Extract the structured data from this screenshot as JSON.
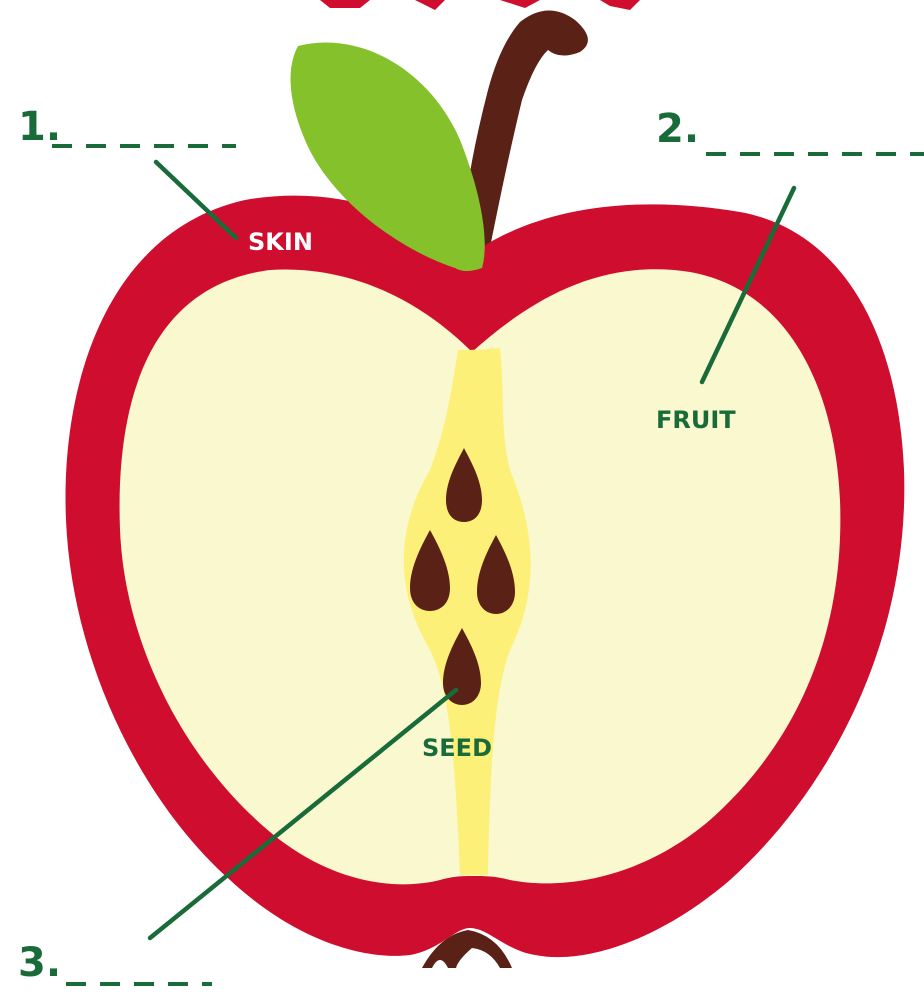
{
  "labels": {
    "skin": "SKIN",
    "fruit": "FRUIT",
    "seed": "SEED"
  },
  "blanks": {
    "one": "1.",
    "two": "2.",
    "three": "3."
  },
  "colors": {
    "skin": "#cf0d2e",
    "flesh": "#f9f8cf",
    "core": "#fdf079",
    "seed": "#5a2116",
    "stem": "#5a2116",
    "leaf": "#84c12a",
    "label_green": "#1a6b3a",
    "top_band": "#cf0d2e"
  }
}
